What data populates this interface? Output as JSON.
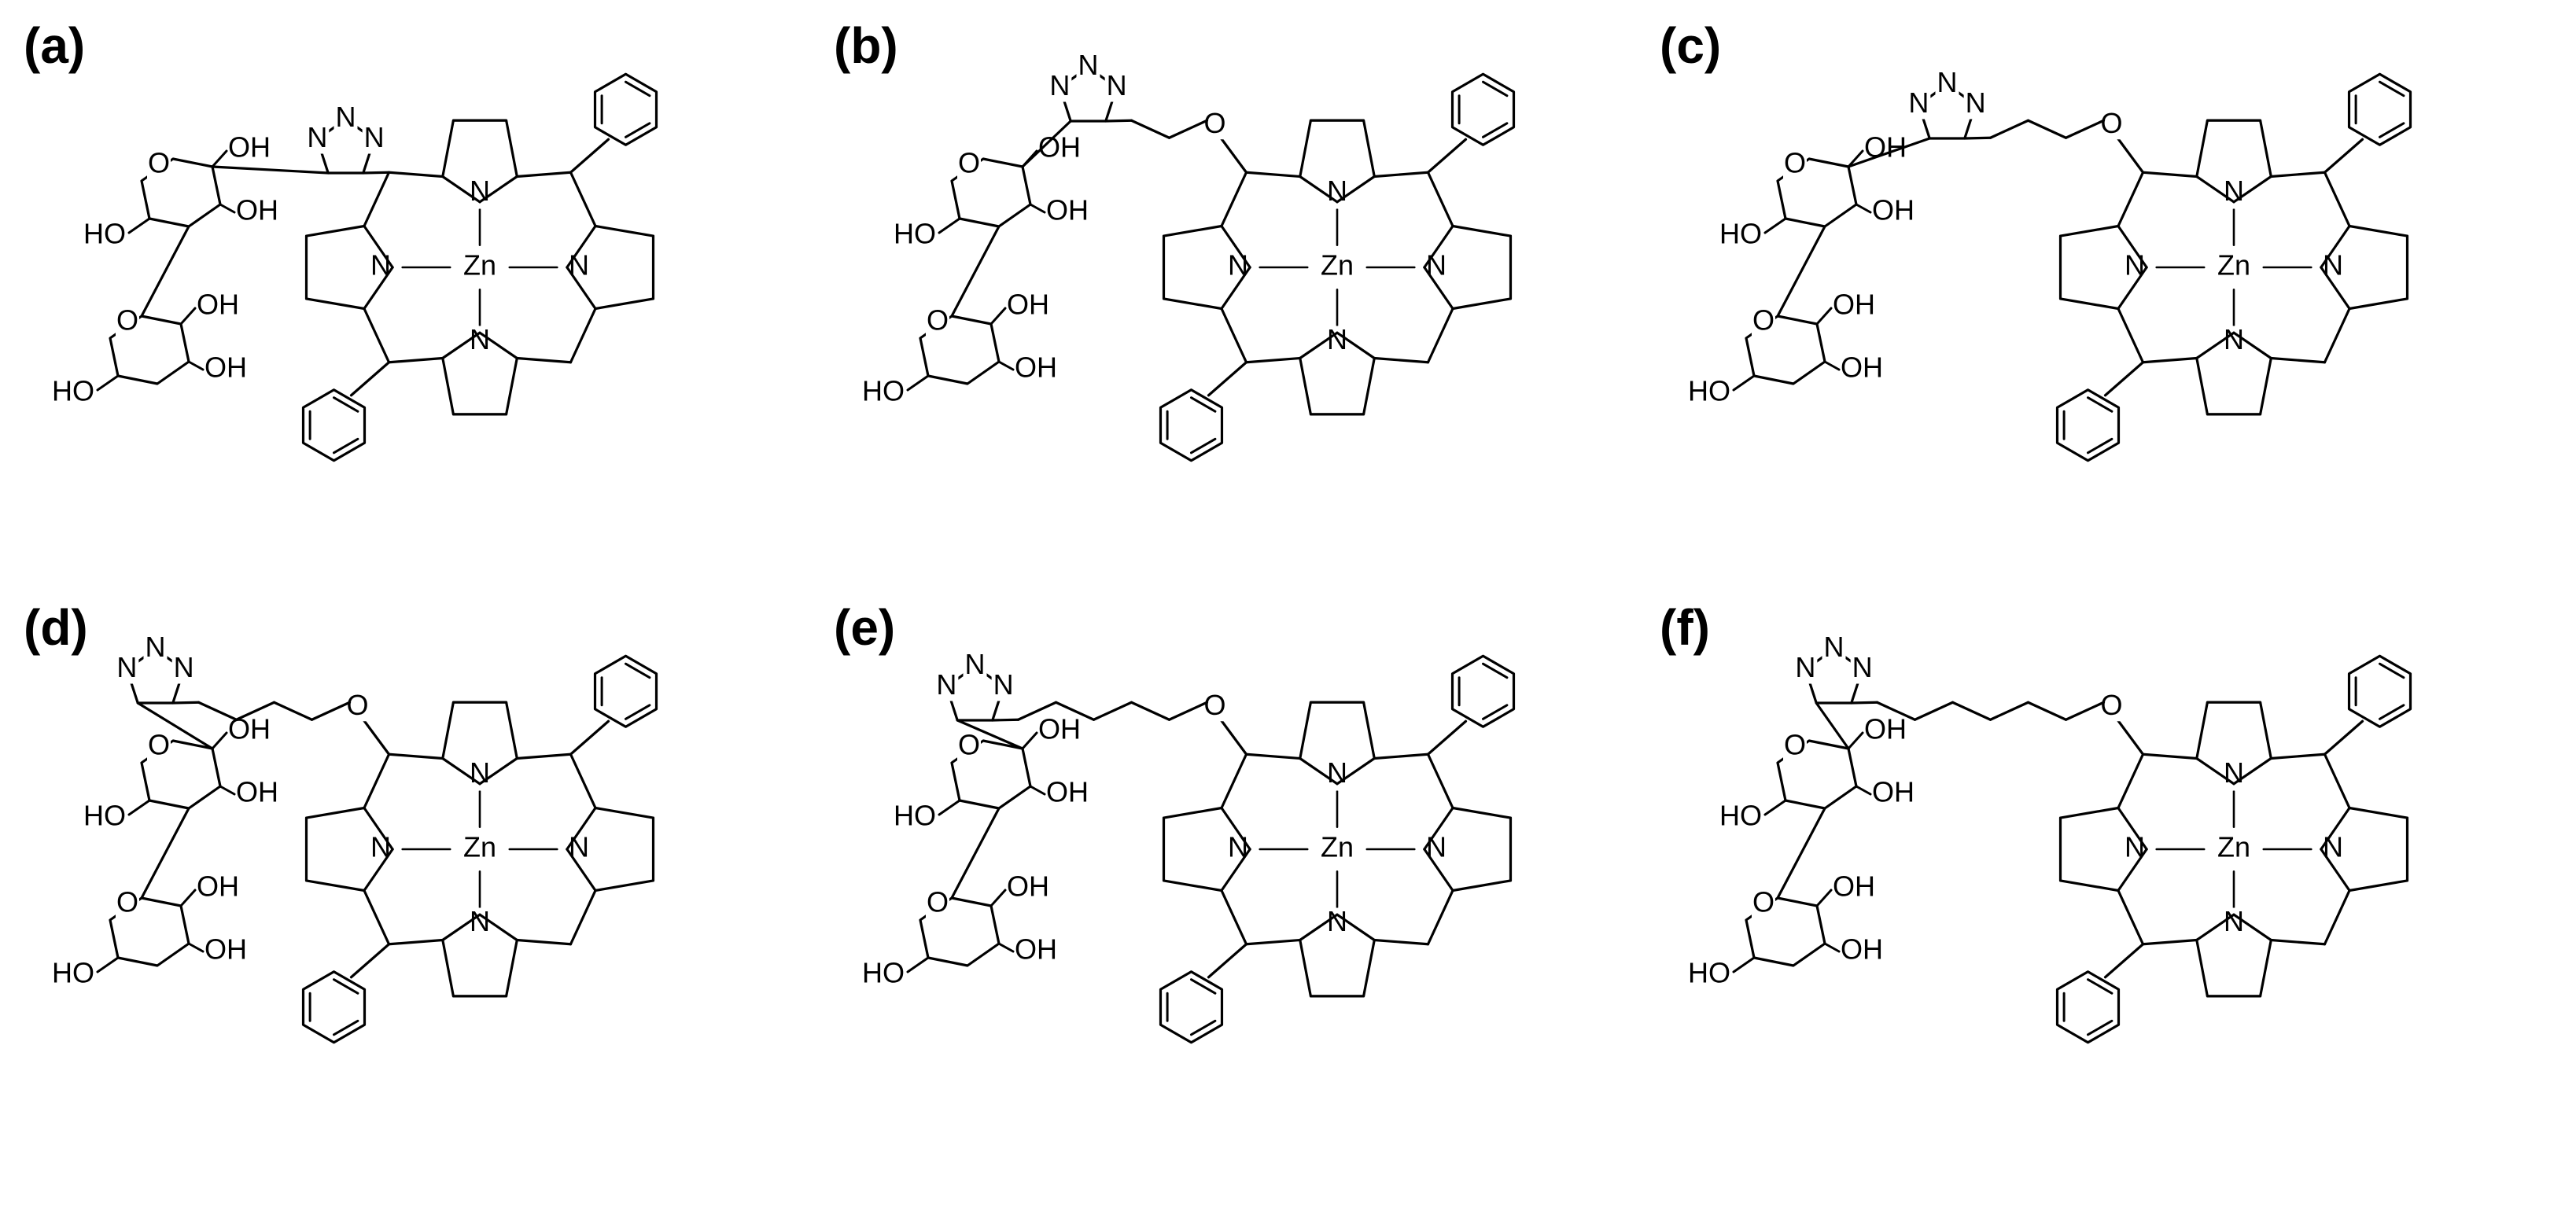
{
  "figure": {
    "panels": [
      {
        "id": "a",
        "label": "(a)",
        "chain": 0,
        "linker_oxygen": false,
        "sugar_side": "below"
      },
      {
        "id": "b",
        "label": "(b)",
        "chain": 2,
        "linker_oxygen": true,
        "sugar_side": "below"
      },
      {
        "id": "c",
        "label": "(c)",
        "chain": 3,
        "linker_oxygen": true,
        "sugar_side": "below"
      },
      {
        "id": "d",
        "label": "(d)",
        "chain": 4,
        "linker_oxygen": true,
        "sugar_side": "below"
      },
      {
        "id": "e",
        "label": "(e)",
        "chain": 5,
        "linker_oxygen": true,
        "sugar_side": "below"
      },
      {
        "id": "f",
        "label": "(f)",
        "chain": 6,
        "linker_oxygen": true,
        "sugar_side": "below"
      }
    ],
    "atoms": {
      "metal": "Zn",
      "nitrogen": "N",
      "oxygen": "O",
      "hydroxyl": "OH",
      "hydroxyl_left": "HO"
    },
    "colors": {
      "ink": "#000000",
      "background": "#ffffff"
    }
  }
}
